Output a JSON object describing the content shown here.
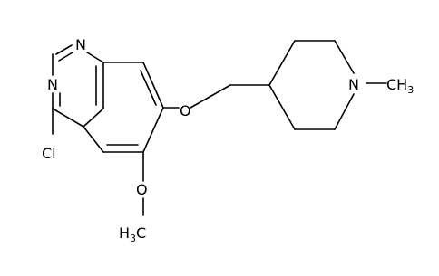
{
  "atoms": {
    "n1": "N",
    "n3": "N",
    "cl": "Cl",
    "o_ring": "O",
    "o_methoxy": "O",
    "n_pip": "N",
    "ch3_pip_c": "CH",
    "ch3_pip_sub": "3",
    "h3c_h": "H",
    "h3c_sub": "3",
    "h3c_c": "C"
  }
}
